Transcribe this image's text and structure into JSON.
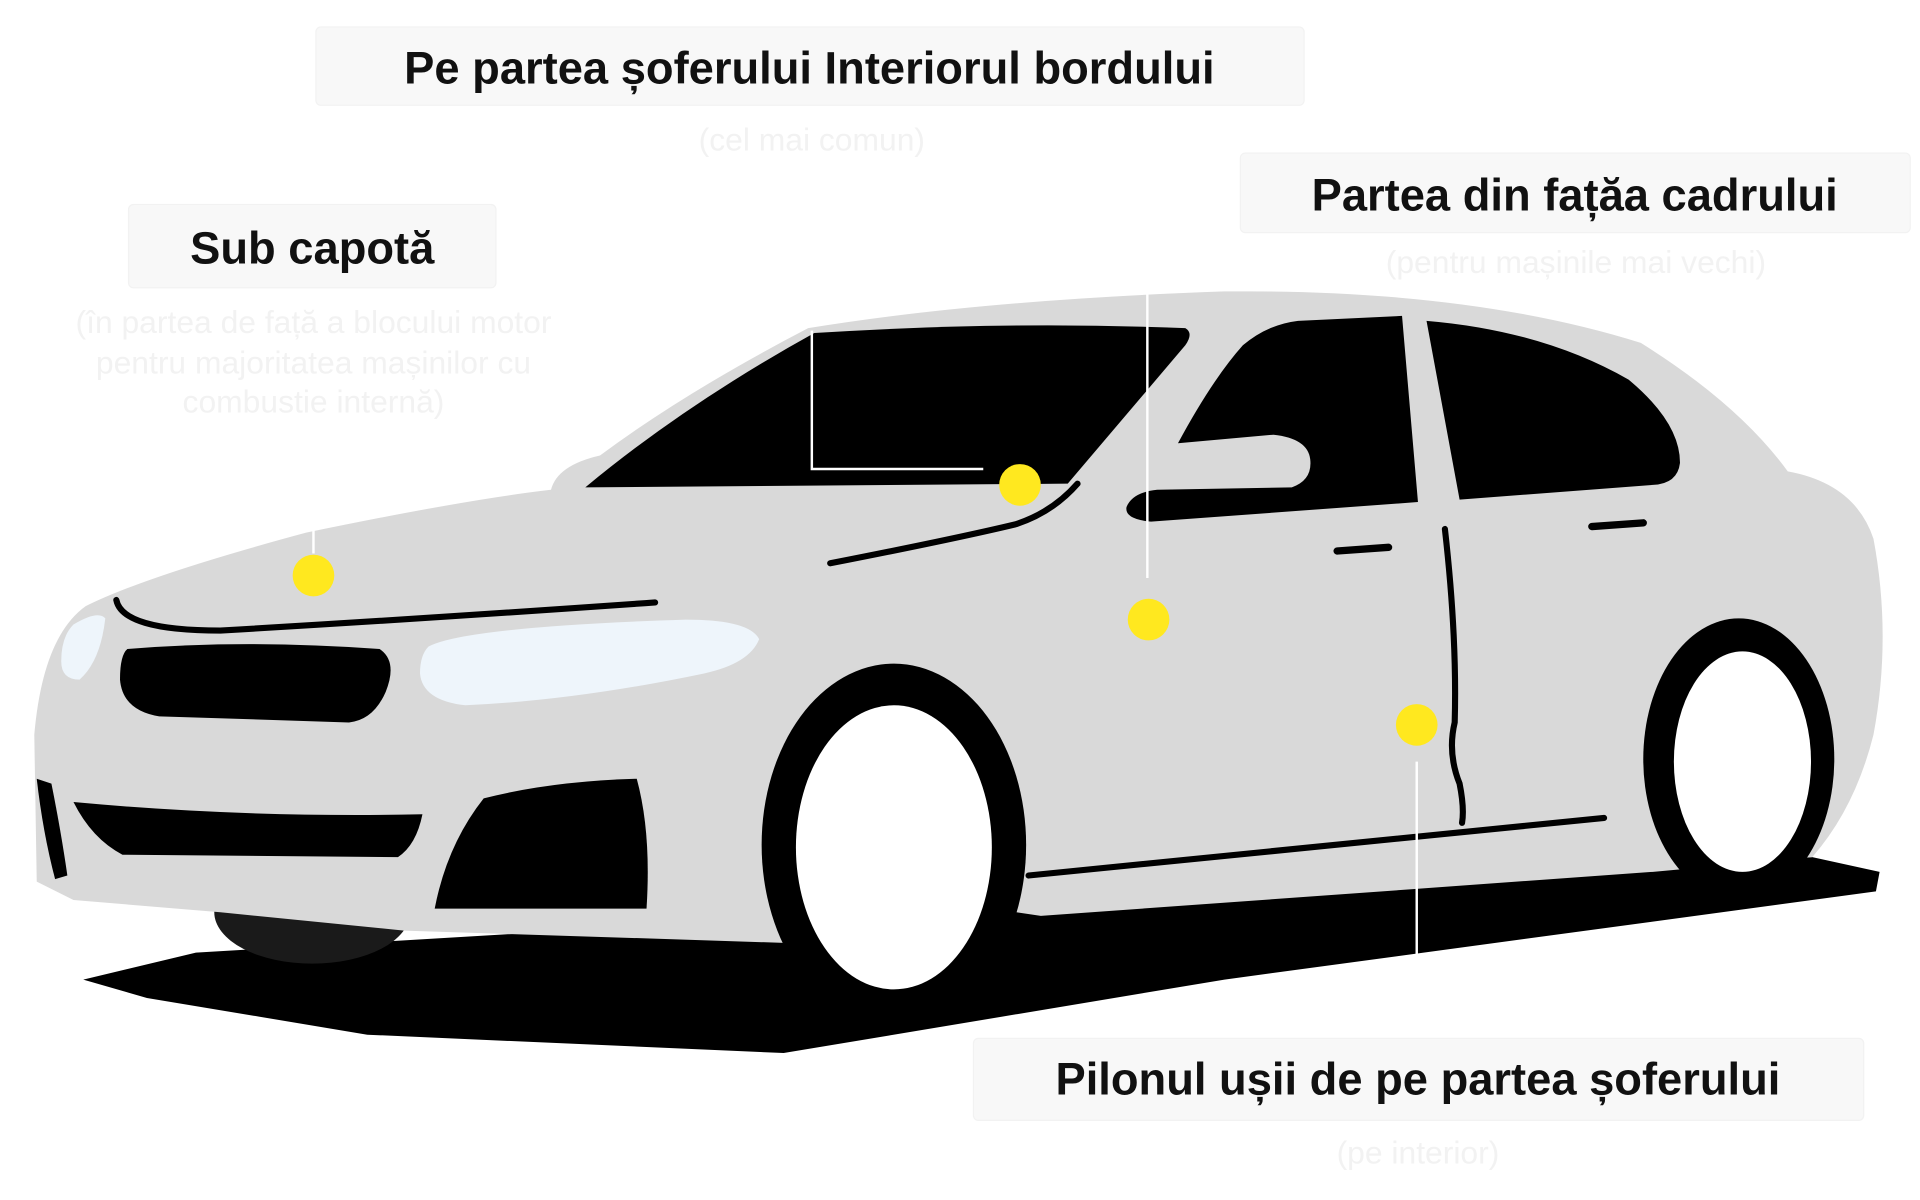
{
  "labels": {
    "dashboard": {
      "title": "Pe partea șoferului Interiorul bordului",
      "note": "(cel mai comun)"
    },
    "hood": {
      "title": "Sub capotă",
      "note_lines": [
        "(în partea de față a blocului motor",
        "pentru majoritatea mașinilor cu",
        "combustie internă)"
      ]
    },
    "frame": {
      "title": "Partea din fațăa cadrului",
      "note": "(pentru mașinile mai vechi)"
    },
    "door_pillar": {
      "title": "Pilonul ușii de pe partea șoferului",
      "note": "(pe interior)"
    }
  },
  "colors": {
    "marker": "#ffe81f",
    "car_body": "#d9d9d9",
    "car_dark": "#000000",
    "headlight": "#eef5fb",
    "label_box": "#f8f8f8"
  },
  "icons": {
    "marker": "location-dot"
  }
}
